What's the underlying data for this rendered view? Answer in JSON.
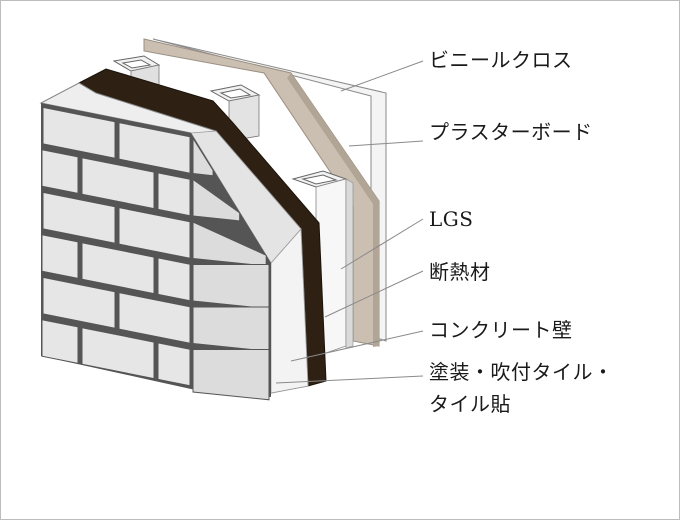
{
  "labels": {
    "vinyl_cloth": "ビニールクロス",
    "plaster_board": "プラスターボード",
    "lgs": "LGS",
    "insulation": "断熱材",
    "concrete_wall": "コンクリート壁",
    "finish_line1": "塗装・吹付タイル・",
    "finish_line2": "タイル貼"
  },
  "colors": {
    "vinyl_cloth": "#f4f4f4",
    "plaster_board": "#cbbfb1",
    "insulation": "#2e2113",
    "concrete": "#ededed",
    "tile_face": "#e6e6e6",
    "tile_joint": "#555555",
    "leader_line": "#8a8a8a"
  },
  "icons": {
    "lgs_stud": "square-tube-icon"
  }
}
